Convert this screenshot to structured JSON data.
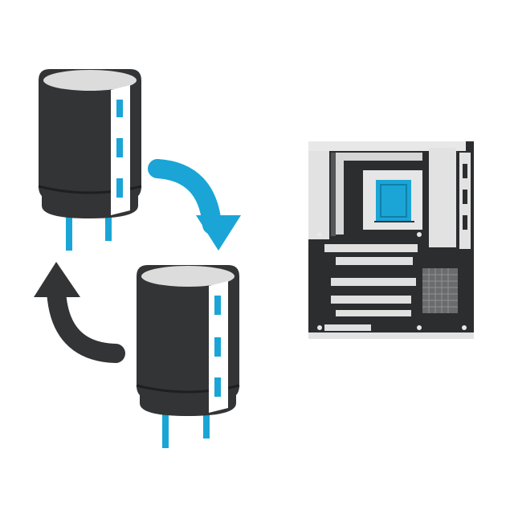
{
  "illustration": {
    "capacitors": [
      {
        "id": "capacitor-old",
        "role": "removed"
      },
      {
        "id": "capacitor-new",
        "role": "installed"
      }
    ],
    "arrows": [
      {
        "id": "arrow-down",
        "direction": "clockwise-down"
      },
      {
        "id": "arrow-up",
        "direction": "curve-up"
      }
    ],
    "motherboard": {
      "socket_color": "#1aa5d6"
    },
    "colors": {
      "body": "#333435",
      "accent": "#1aa5d6",
      "sleeve": "#ffffff",
      "top": "#dcdcdc",
      "board_light": "#e2e2e2",
      "board_dark": "#2c2d2f"
    }
  }
}
